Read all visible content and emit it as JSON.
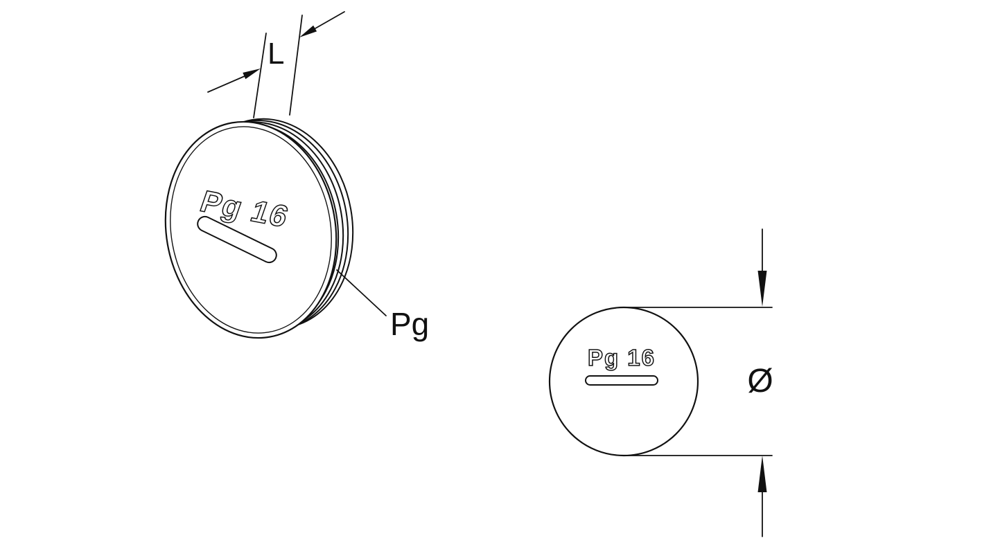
{
  "drawing": {
    "colors": {
      "line": "#111111",
      "background": "#ffffff"
    },
    "left_view": {
      "marking": "Pg 16",
      "length_dimension_label": "L",
      "thread_callout_label": "Pg"
    },
    "front_view": {
      "marking": "Pg 16",
      "diameter_symbol": "Ø"
    }
  }
}
